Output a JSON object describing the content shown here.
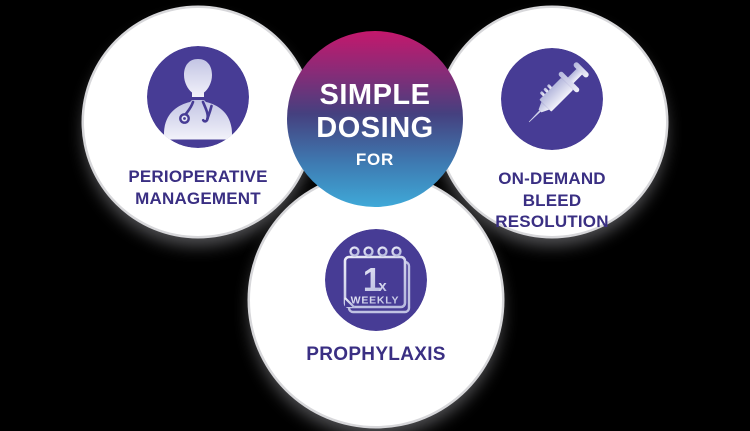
{
  "background_color": "#000000",
  "colors": {
    "node_circle_fill": "#ffffff",
    "node_circle_border": "#d7d7da",
    "icon_circle_fill": "#473c95",
    "label_text": "#3a2f83",
    "center_text": "#ffffff",
    "center_gradient_top": "#c4186c",
    "center_gradient_middle": "#45407f",
    "center_gradient_bottom": "#3fa9d8",
    "icon_art_light": "#d9daf0"
  },
  "center": {
    "title_line1": "SIMPLE",
    "title_line2": "DOSING",
    "subtitle": "FOR"
  },
  "perioperative": {
    "icon": "doctor-icon",
    "line1": "PERIOPERATIVE",
    "line2": "MANAGEMENT"
  },
  "on_demand": {
    "icon": "syringe-icon",
    "line1": "ON-DEMAND",
    "line2": "BLEED",
    "line3": "RESOLUTION"
  },
  "prophylaxis": {
    "icon": "calendar-icon",
    "label": "PROPHYLAXIS",
    "calendar": {
      "number": "1",
      "multiplier": "x",
      "frequency": "WEEKLY"
    }
  }
}
